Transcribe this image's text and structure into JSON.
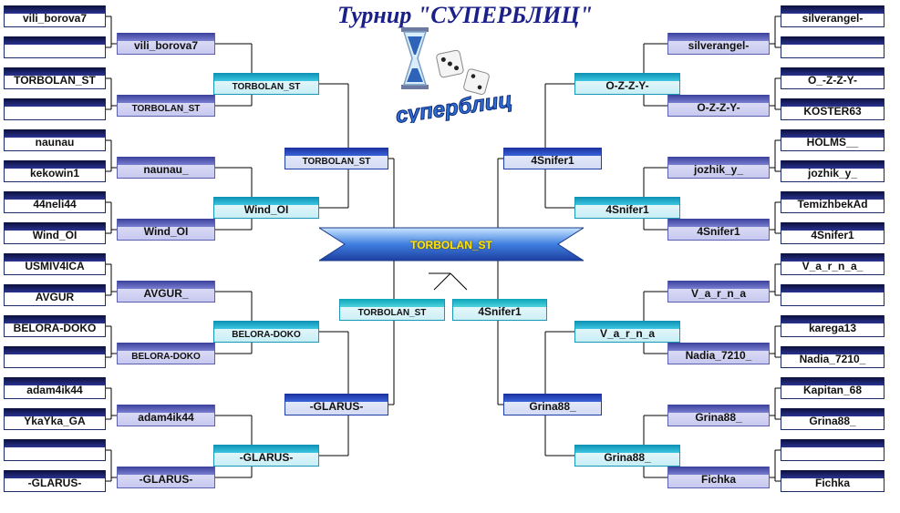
{
  "title": "Турнир \"СУПЕРБЛИЦ\"",
  "logo": {
    "text": "суперблиц",
    "icon": "hourglass-dice-logo"
  },
  "champion": "TORBOLAN_ST",
  "left": {
    "entrants": [
      "vili_borova7",
      "",
      "TORBOLAN_ST",
      "",
      "naunau",
      "kekowin1",
      "44neli44",
      "Wind_OI",
      "USMIV4ICA",
      "AVGUR",
      "BELORA-DOKO",
      "",
      "adam4ik44",
      "YkaYka_GA",
      "",
      "-GLARUS-"
    ],
    "round1": [
      "vili_borova7",
      "TORBOLAN_ST",
      "naunau_",
      "Wind_OI",
      "AVGUR_",
      "BELORA-DOKO",
      "adam4ik44",
      "-GLARUS-"
    ],
    "quarter": [
      "TORBOLAN_ST",
      "Wind_OI",
      "BELORA-DOKO",
      "-GLARUS-"
    ],
    "semi": [
      "TORBOLAN_ST",
      "-GLARUS-"
    ],
    "final": "TORBOLAN_ST"
  },
  "right": {
    "entrants": [
      "silverangel-",
      "",
      "O_-Z-Z-Y-",
      "KOSTER63",
      "HOLMS__",
      "jozhik_y_",
      "TemizhbekAd",
      "4Snifer1",
      "V_a_r_n_a_",
      "",
      "karega13",
      "Nadia_7210_",
      "Kapitan_68",
      "Grina88_",
      "",
      "Fichka"
    ],
    "round1": [
      "silverangel-",
      "O-Z-Z-Y-",
      "jozhik_y_",
      "4Snifer1",
      "V_a_r_n_a",
      "Nadia_7210_",
      "Grina88_",
      "Fichka"
    ],
    "quarter": [
      "O-Z-Z-Y-",
      "4Snifer1",
      "V_a_r_n_a",
      "Grina88_"
    ],
    "semi": [
      "4Snifer1",
      "Grina88_"
    ],
    "final": "4Snifer1"
  },
  "colors": {
    "title": "#1b1f8a",
    "champion_text": "#ffe400",
    "line": "#000000"
  }
}
